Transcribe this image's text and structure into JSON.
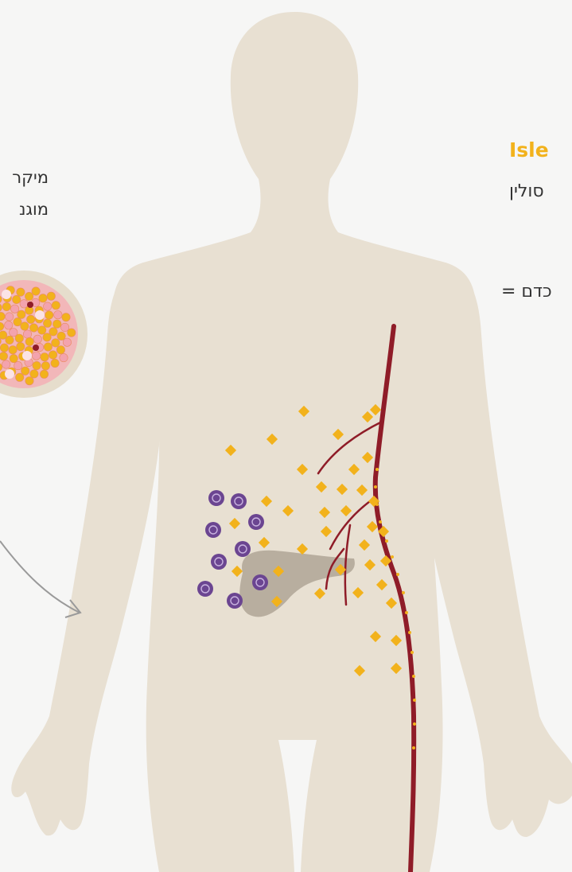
{
  "left_label": {
    "line1": "מיקר",
    "line2": "מוגנ"
  },
  "right_label": {
    "title": "Isle",
    "line1": "סולין",
    "line2": "כדם ="
  },
  "colors": {
    "body": "#e8e0d2",
    "background": "#f6f6f5",
    "vessel": "#8f1c28",
    "vessel_highlight": "#c8323e",
    "insulin": "#f2b21c",
    "immune_cell": "#6b4591",
    "pancreas": "#b8ae9f",
    "islet_tissue": "#f3a3ad",
    "islet_title": "#f2b21c",
    "arrow": "#9a9a9a"
  },
  "icons": [
    "pancreas-icon",
    "blood-vessel-icon",
    "insulin-molecule-icon",
    "immune-cell-icon",
    "islet-microscope-icon",
    "arrow-icon"
  ]
}
